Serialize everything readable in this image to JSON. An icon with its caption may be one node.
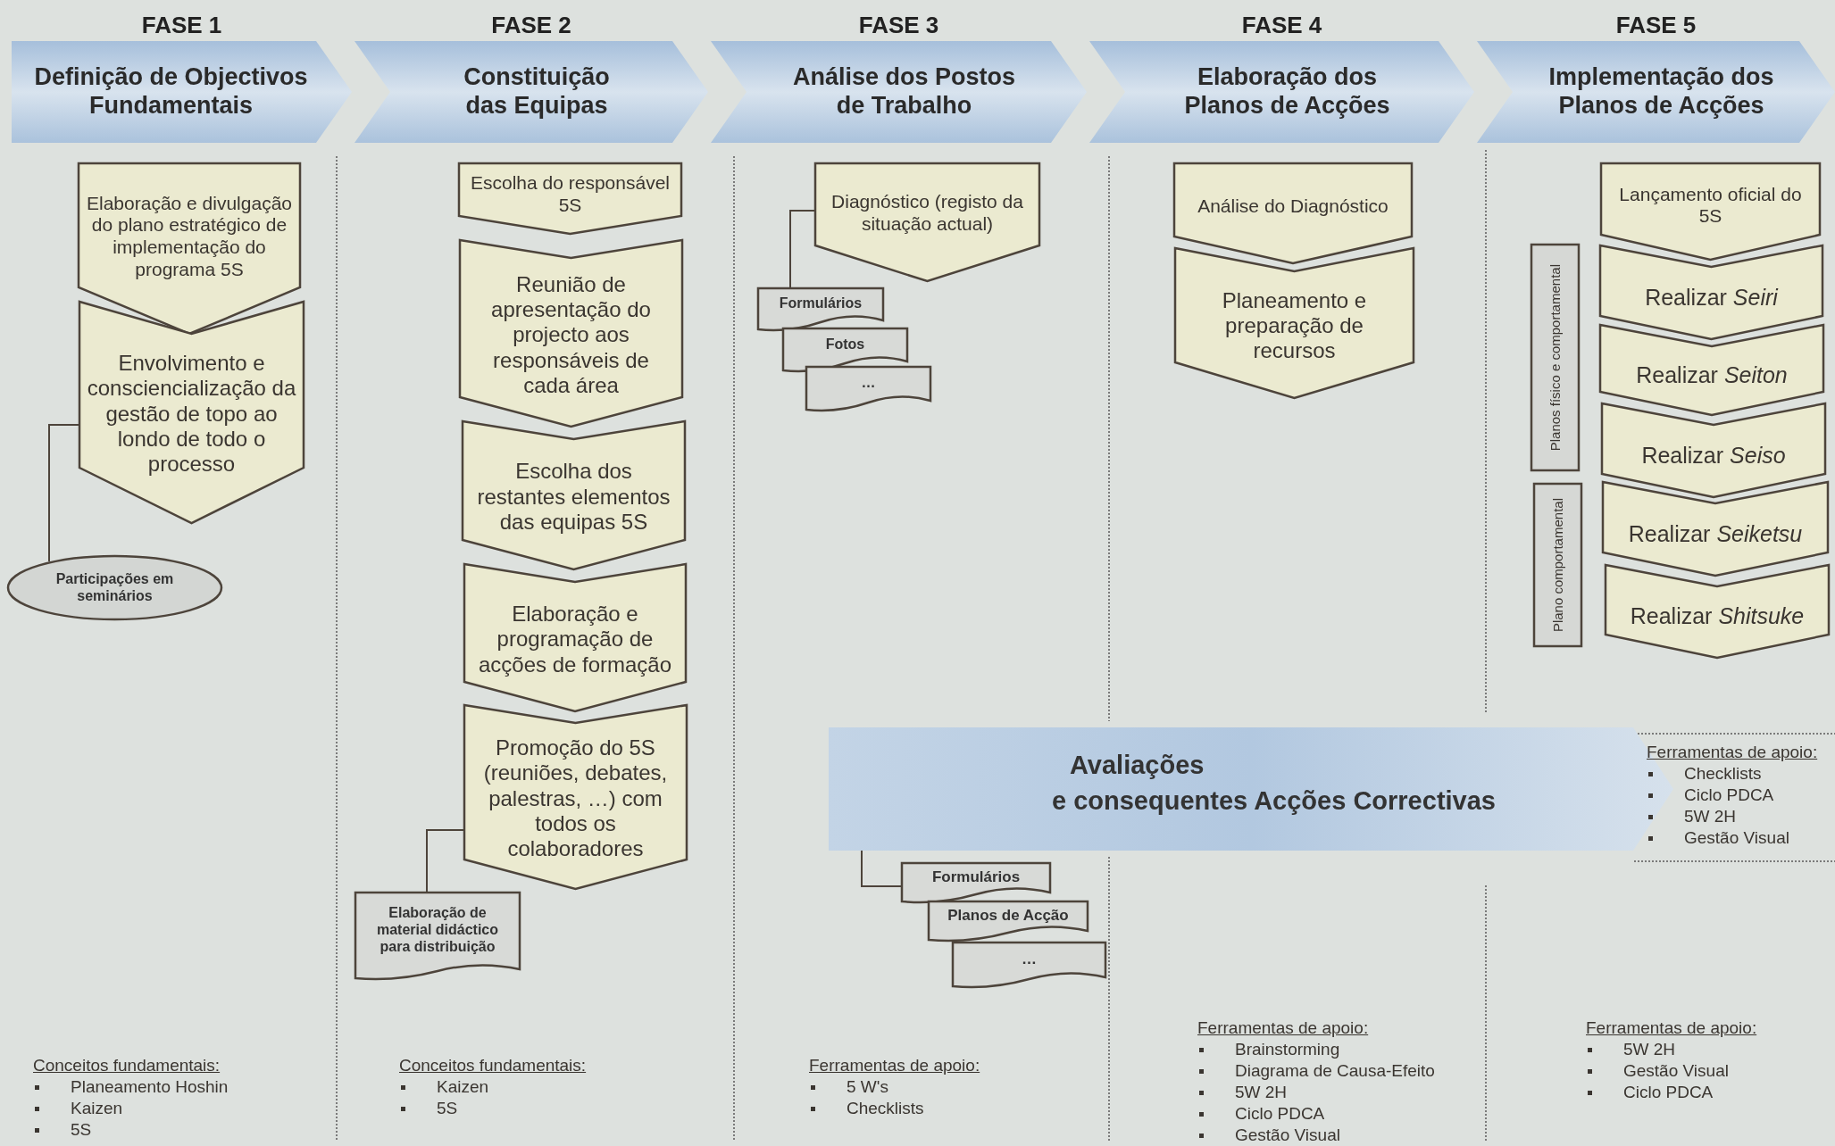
{
  "diagram": {
    "nodes": [
      {
        "text": [
          "FASE 1",
          "Definição de Objectivos Fundamentais"
        ]
      },
      {
        "text": [
          "FASE 2",
          "Constituição das Equipas"
        ]
      },
      {
        "text": [
          "FASE 3",
          "Análise dos Postos de Trabalho"
        ]
      },
      {
        "text": [
          "FASE 4",
          "Elaboração dos Planos de Acções"
        ]
      },
      {
        "text": [
          "FASE 5",
          "Implementação dos Planos de Acções"
        ]
      },
      {
        "text": [
          "Elaboração e divulgação do plano estratégico de implementação do programa 5S"
        ]
      },
      {
        "text": [
          "Envolvimento e consciencialização da gestão de topo ao londo de todo o processo"
        ]
      },
      {
        "text": [
          "Participações em seminários"
        ]
      },
      {
        "text": [
          "Escolha do responsável 5S"
        ]
      },
      {
        "text": [
          "Reunião de apresentação do projecto aos responsáveis de cada área"
        ]
      },
      {
        "text": [
          "Escolha dos restantes elementos das equipas 5S"
        ]
      },
      {
        "text": [
          "Elaboração e programação de acções de formação"
        ]
      },
      {
        "text": [
          "Promoção do 5S (reuniões, debates, palestras, …) com todos os colaboradores"
        ]
      },
      {
        "text": [
          "Elaboração de material didáctico para distribuição"
        ]
      },
      {
        "text": [
          "Diagnóstico (registo da situação actual)"
        ]
      },
      {
        "text": [
          "Formulários"
        ]
      },
      {
        "text": [
          "Fotos"
        ]
      },
      {
        "text": [
          "…"
        ]
      },
      {
        "text": [
          "Análise do Diagnóstico"
        ]
      },
      {
        "text": [
          "Planeamento e preparação de recursos"
        ]
      },
      {
        "text": [
          "Lançamento oficial do 5S"
        ]
      },
      {
        "text": [
          "Realizar *Seiri*"
        ]
      },
      {
        "text": [
          "Realizar *Seiton*"
        ]
      },
      {
        "text": [
          "Realizar *Seiso*"
        ]
      },
      {
        "text": [
          "Realizar *Seiketsu*"
        ]
      },
      {
        "text": [
          "Realizar *Shitsuke*"
        ]
      },
      {
        "text": [
          "Planos físico e comportamental"
        ]
      },
      {
        "text": [
          "Plano comportamental"
        ]
      },
      {
        "text": [
          "Avaliações",
          "e consequentes Acções Correctivas"
        ]
      },
      {
        "text": [
          "Formulários"
        ]
      },
      {
        "text": [
          "Planos de Acção"
        ]
      },
      {
        "text": [
          "…"
        ]
      }
    ],
    "edges": [
      {
        "from": 6,
        "to": 7,
        "arrow": "none"
      },
      {
        "from": 12,
        "to": 13,
        "arrow": "none"
      },
      {
        "from": 14,
        "to": 15,
        "arrow": "none"
      },
      {
        "from": 28,
        "to": 29,
        "arrow": "none"
      }
    ],
    "labels": [
      "Conceitos fundamentais:",
      "Planeamento Hoshin",
      "Kaizen",
      "5S",
      "Conceitos fundamentais:",
      "Kaizen",
      "5S",
      "Ferramentas de apoio:",
      "5 W's",
      "Checklists",
      "Ferramentas de apoio:",
      "Brainstorming",
      "Diagrama de Causa-Efeito",
      "5W 2H",
      "Ciclo PDCA",
      "Gestão Visual",
      "Ferramentas de apoio:",
      "5W 2H",
      "Gestão Visual",
      "Ciclo PDCA",
      "Ferramentas de apoio:",
      "Checklists",
      "Ciclo PDCA",
      "5W 2H",
      "Gestão Visual"
    ]
  }
}
